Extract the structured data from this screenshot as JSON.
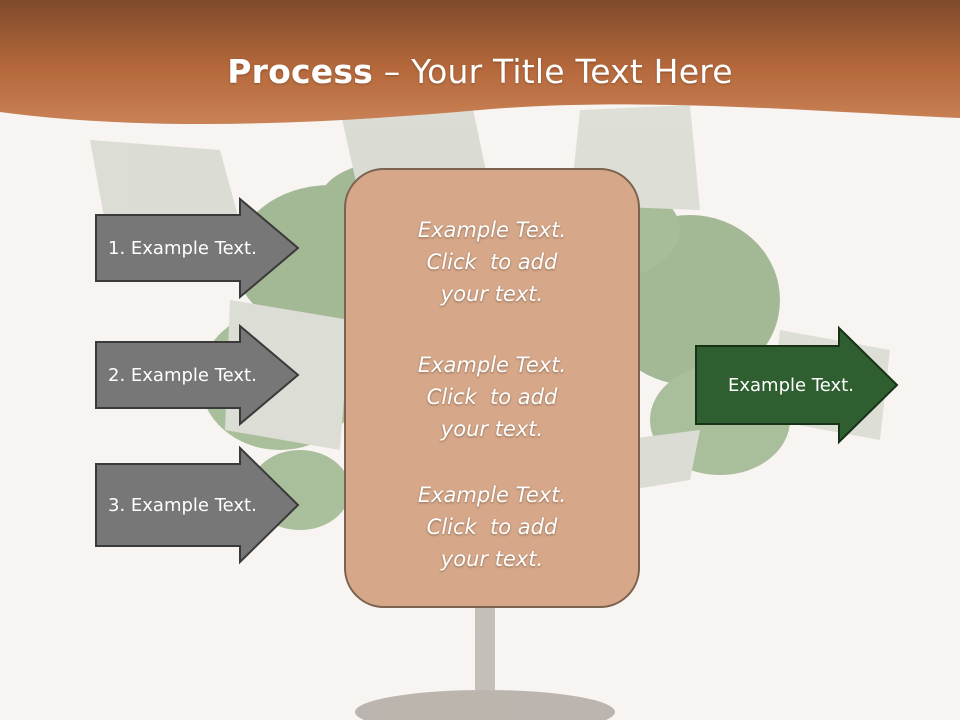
{
  "title": {
    "bold": "Process",
    "rest": " – Your Title Text Here"
  },
  "left_arrows": [
    {
      "label": "1. Example Text."
    },
    {
      "label": "2. Example Text."
    },
    {
      "label": "3. Example Text."
    }
  ],
  "center_box": {
    "blocks": [
      {
        "line1": "Example Text.",
        "line2": "Click  to add",
        "line3": "your text."
      },
      {
        "line1": "Example Text.",
        "line2": "Click  to add",
        "line3": "your text."
      },
      {
        "line1": "Example Text.",
        "line2": "Click  to add",
        "line3": "your text."
      }
    ]
  },
  "right_arrow": {
    "label": "Example Text."
  },
  "colors": {
    "header": "#b8683a",
    "gray_arrow": "#777777",
    "green_arrow": "#2f5f30",
    "center_box": "#d6a788"
  }
}
